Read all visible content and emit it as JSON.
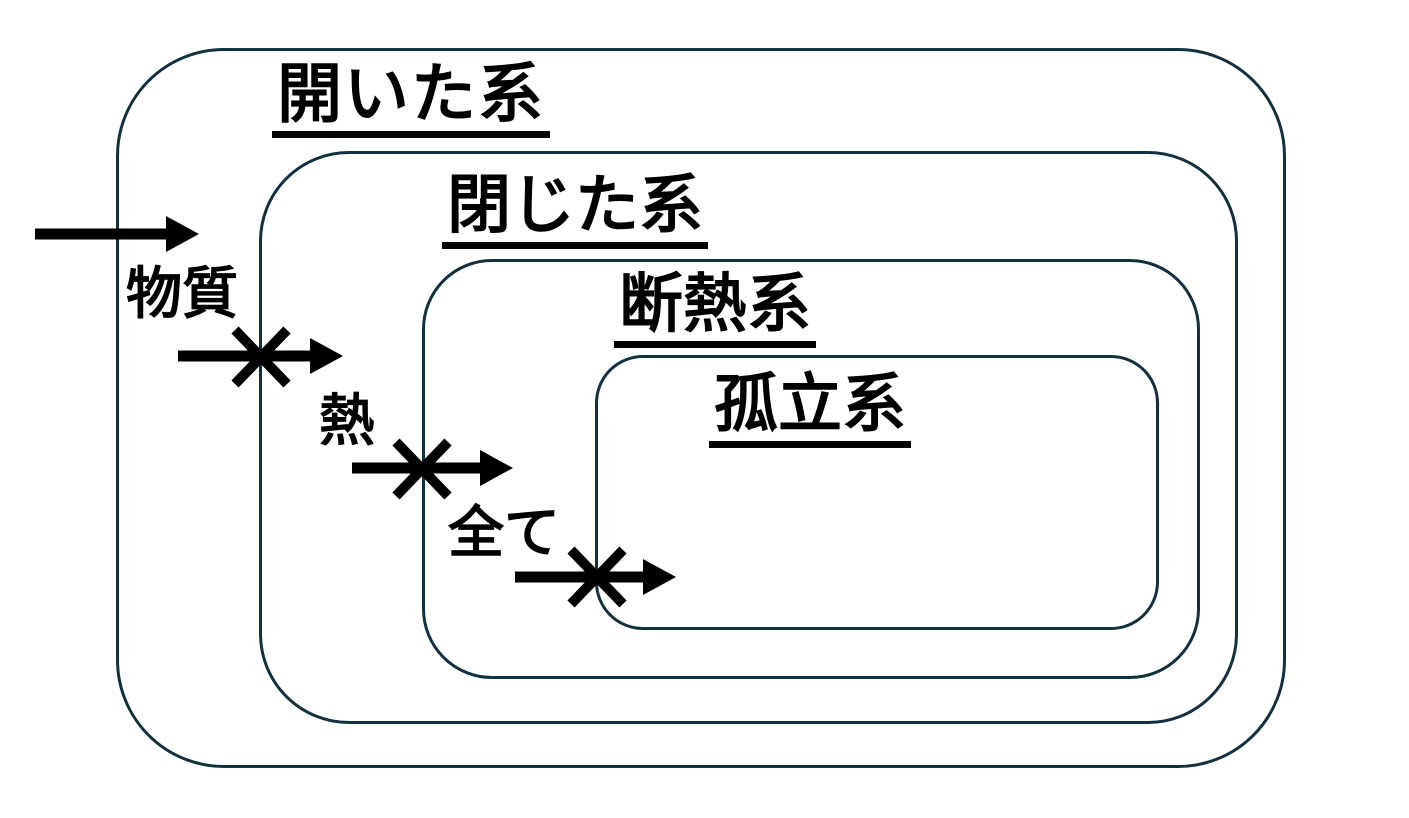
{
  "diagram": {
    "systems": [
      {
        "label": "開いた系"
      },
      {
        "label": "閉じた系"
      },
      {
        "label": "断熱系"
      },
      {
        "label": "孤立系"
      }
    ],
    "flows": [
      {
        "icon": "arrow-right-icon",
        "blocked": false,
        "label": ""
      },
      {
        "icon": "arrow-right-blocked-icon",
        "blocked": true,
        "label": "物質"
      },
      {
        "icon": "arrow-right-blocked-icon",
        "blocked": true,
        "label": "熱"
      },
      {
        "icon": "arrow-right-blocked-icon",
        "blocked": true,
        "label": "全て"
      }
    ],
    "colors": {
      "box_stroke": "#12303e",
      "ink": "#000000",
      "background": "#ffffff"
    }
  }
}
